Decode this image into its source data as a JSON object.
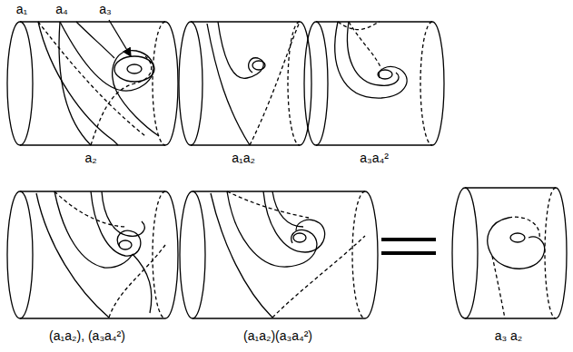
{
  "diagram": {
    "labels": [
      "a₁",
      "a₄",
      "a₃",
      "a₂",
      "a₁a₂",
      "a₃a₄²",
      "(a₁a₂), (a₃a₄²)",
      "(a₁a₂)(a₃a₄²)",
      "a₃ a₂"
    ]
  }
}
